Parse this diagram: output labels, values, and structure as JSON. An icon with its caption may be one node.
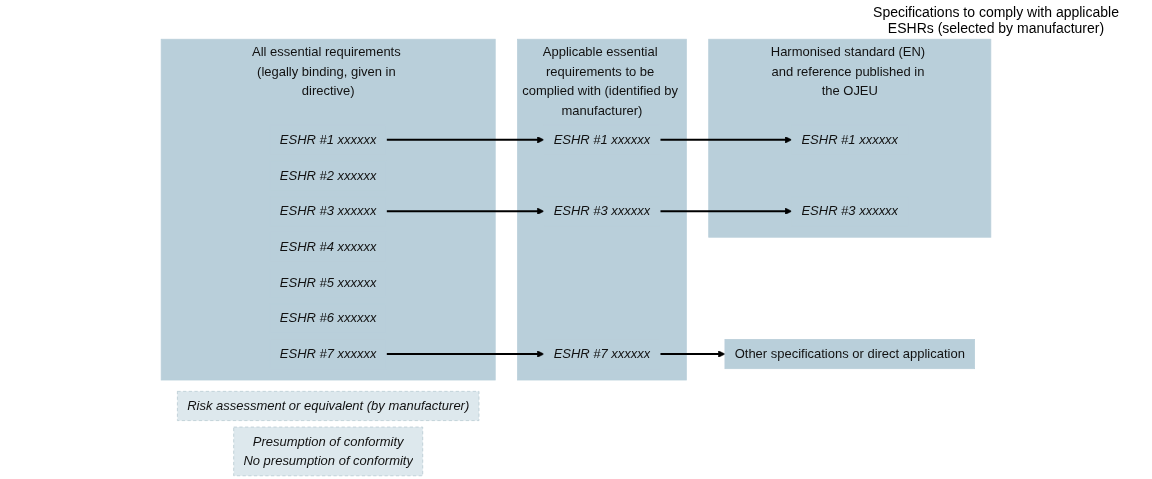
{
  "diagram": {
    "nodes": [
      {
        "text": [
          "All essential requirements (legally binding, given in directive)"
        ]
      },
      {
        "text": [
          "ESHR #1 xxxxxx"
        ],
        "in": 0
      },
      {
        "text": [
          "ESHR #2 xxxxxx"
        ],
        "in": 0
      },
      {
        "text": [
          "ESHR #3 xxxxxx"
        ],
        "in": 0
      },
      {
        "text": [
          "ESHR #4 xxxxxx"
        ],
        "in": 0
      },
      {
        "text": [
          "ESHR #5 xxxxxx"
        ],
        "in": 0
      },
      {
        "text": [
          "ESHR #6 xxxxxx"
        ],
        "in": 0
      },
      {
        "text": [
          "ESHR #7 xxxxxx"
        ],
        "in": 0
      },
      {
        "text": [
          "Risk assessment or equivalent (by manufacturer)"
        ]
      },
      {
        "text": [
          "Applicable essential requirements to be complied with (identified by manufacturer)"
        ]
      },
      {
        "text": [
          "ESHR #1 xxxxxx"
        ],
        "in": 9
      },
      {
        "text": [
          "ESHR #3 xxxxxx"
        ],
        "in": 9
      },
      {
        "text": [
          "ESHR #7 xxxxxx"
        ],
        "in": 9
      },
      {
        "text": [
          "Presumption of conformity",
          "No presumption of conformity"
        ]
      },
      {
        "text": [
          "Harmonised standard (EN) and reference published in the OJEU"
        ]
      },
      {
        "text": [
          "ESHR #1 xxxxxx"
        ],
        "in": 14
      },
      {
        "text": [
          "ESHR #3 xxxxxx"
        ],
        "in": 14
      },
      {
        "text": [
          "Other specifications or direct application"
        ]
      }
    ],
    "edges": [
      {
        "from": 1,
        "to": 10,
        "arrow": "to"
      },
      {
        "from": 3,
        "to": 11,
        "arrow": "to"
      },
      {
        "from": 7,
        "to": 12,
        "arrow": "to"
      },
      {
        "from": 10,
        "to": 15,
        "arrow": "to"
      },
      {
        "from": 11,
        "to": 16,
        "arrow": "to"
      },
      {
        "from": 12,
        "to": 17,
        "arrow": "to"
      }
    ],
    "labels": [
      "Specifications to comply with applicable ESHRs (selected by manufacturer)"
    ]
  }
}
